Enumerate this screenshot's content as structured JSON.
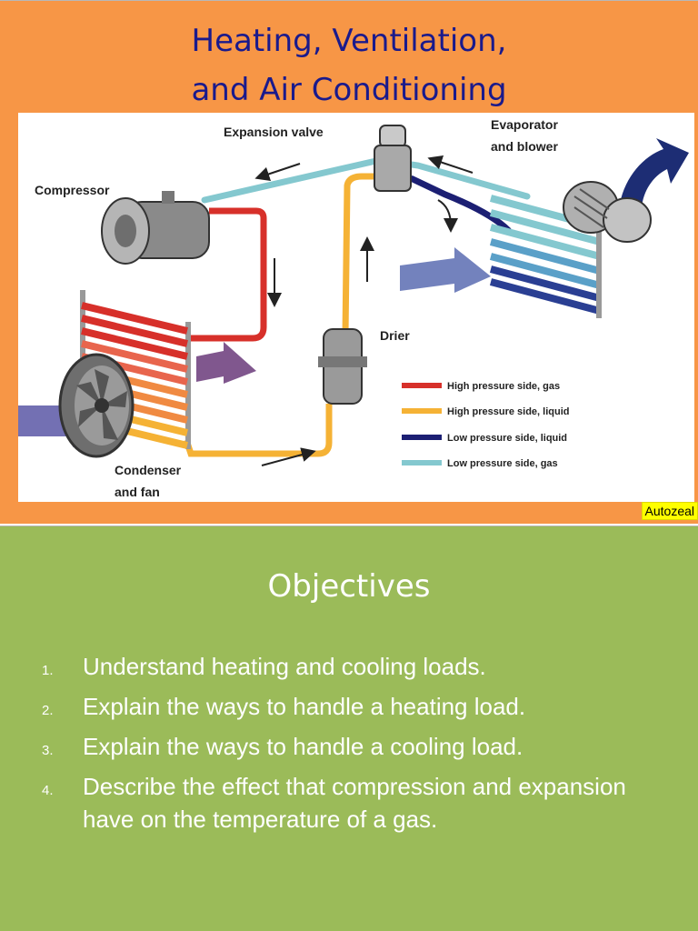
{
  "slide1": {
    "title_line_1": "Heating, Ventilation,",
    "title_line_2": "and Air Conditioning",
    "diagram": {
      "labels": {
        "expansion_valve": "Expansion valve",
        "evaporator_line_1": "Evaporator",
        "evaporator_line_2": "and blower",
        "compressor": "Compressor",
        "drier": "Drier",
        "condenser_line_1": "Condenser",
        "condenser_line_2": "and fan"
      },
      "legend": [
        {
          "label": "High pressure side, gas",
          "color": "#d7302a"
        },
        {
          "label": "High pressure side, liquid",
          "color": "#f5b235"
        },
        {
          "label": "Low pressure side, liquid",
          "color": "#1c1f73"
        },
        {
          "label": "Low pressure side, gas",
          "color": "#84c8cf"
        }
      ]
    },
    "credit": "Autozeal"
  },
  "slide2": {
    "heading": "Objectives",
    "objectives": [
      {
        "number": "1.",
        "text": "Understand heating and cooling loads."
      },
      {
        "number": "2.",
        "text": "Explain the ways to handle a heating load."
      },
      {
        "number": "3.",
        "text": "Explain the ways to handle a cooling load."
      },
      {
        "number": "4.",
        "text": "Describe the effect that compression and expansion have on the temperature of a gas."
      }
    ]
  },
  "colors": {
    "slide1_background": "#f79646",
    "slide2_background": "#9bbb59",
    "title_color": "#1a1a8c",
    "credit_background": "#ffff00"
  }
}
